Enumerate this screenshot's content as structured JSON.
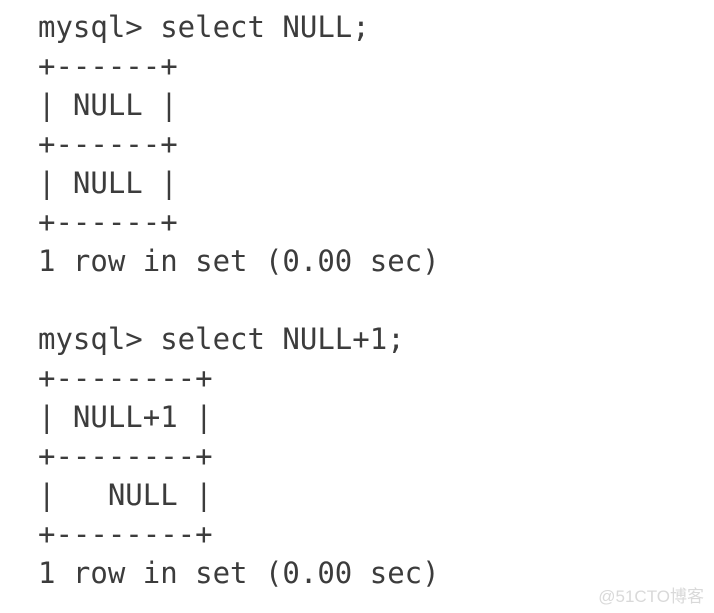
{
  "colors": {
    "background": "#ffffff",
    "text": "#3c3c3c",
    "watermark": "#d9d9d9"
  },
  "terminal": {
    "blocks": [
      {
        "command": "mysql> select NULL;",
        "output_lines": [
          "+------+",
          "| NULL |",
          "+------+",
          "| NULL |",
          "+------+",
          "1 row in set (0.00 sec)"
        ]
      },
      {
        "command": "mysql> select NULL+1;",
        "output_lines": [
          "+--------+",
          "| NULL+1 |",
          "+--------+",
          "|   NULL |",
          "+--------+",
          "1 row in set (0.00 sec)"
        ]
      }
    ]
  },
  "watermark": {
    "text": "@51CTO博客"
  }
}
